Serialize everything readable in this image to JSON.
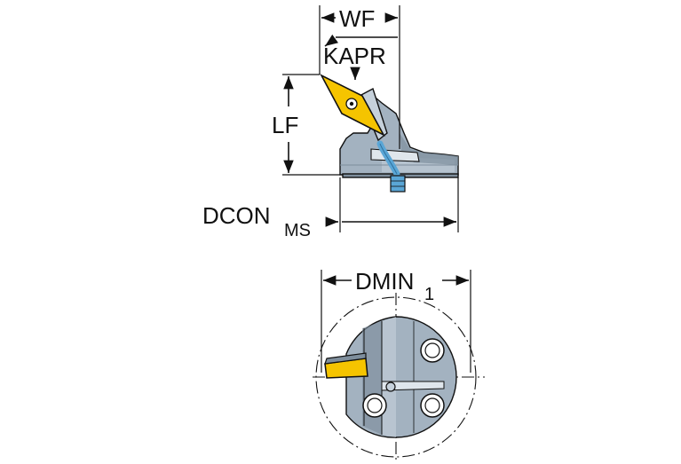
{
  "labels": {
    "wf": "WF",
    "kapr": "KAPR",
    "lf": "LF",
    "dcon_main": "DCON",
    "dcon_sub": "MS",
    "dmin_main": "DMIN",
    "dmin_sub": "1"
  },
  "colors": {
    "insert": "#f5c400",
    "body": "#a3b2c0",
    "body_dark": "#7e8e9c",
    "body_light": "#c6d1db",
    "coolant": "#5aa6d6",
    "line": "#111111"
  }
}
